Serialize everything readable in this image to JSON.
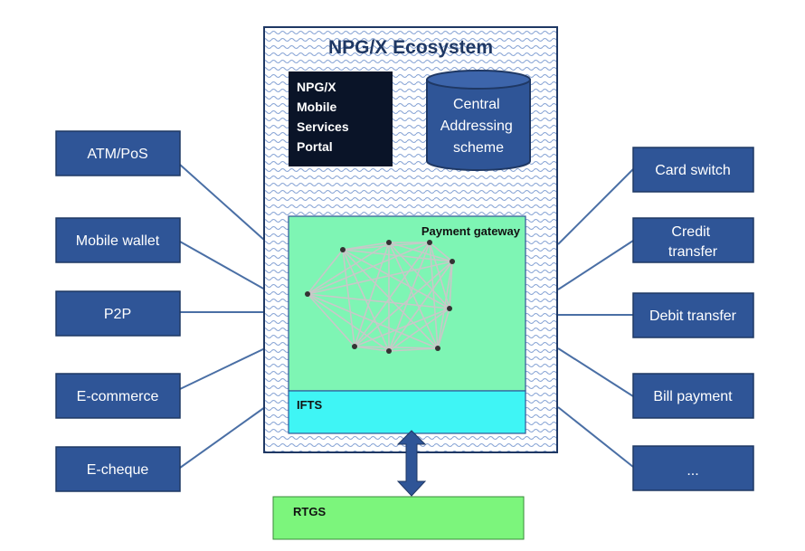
{
  "ecosystem": {
    "title": "NPG/X Ecosystem",
    "portal_lines": [
      "NPG/X",
      "Mobile",
      "Services",
      "Portal"
    ],
    "addressing_lines": [
      "Central",
      "Addressing",
      "scheme"
    ],
    "gateway_label": "Payment gateway",
    "ifts_label": "IFTS"
  },
  "rtgs": {
    "label": "RTGS"
  },
  "left_channels": [
    {
      "id": "atm-pos",
      "label": "ATM/PoS"
    },
    {
      "id": "mobile-wallet",
      "label": "Mobile wallet"
    },
    {
      "id": "p2p",
      "label": "P2P"
    },
    {
      "id": "e-commerce",
      "label": "E-commerce"
    },
    {
      "id": "e-cheque",
      "label": "E-cheque"
    }
  ],
  "right_channels": [
    {
      "id": "card-switch",
      "lines": [
        "Card switch"
      ]
    },
    {
      "id": "credit-transfer",
      "lines": [
        "Credit",
        "transfer"
      ]
    },
    {
      "id": "debit-transfer",
      "lines": [
        "Debit transfer"
      ]
    },
    {
      "id": "bill-payment",
      "lines": [
        "Bill payment"
      ]
    },
    {
      "id": "more",
      "lines": [
        "..."
      ]
    }
  ],
  "colors": {
    "box_fill": "#2f5597",
    "box_stroke": "#1f3864",
    "portal_fill": "#0a1428",
    "gateway_fill": "#7ef5b4",
    "ifts_fill": "#3ff5f5",
    "rtgs_fill": "#7cf57c",
    "line": "#4a6fa5",
    "arrow": "#2f5597"
  }
}
